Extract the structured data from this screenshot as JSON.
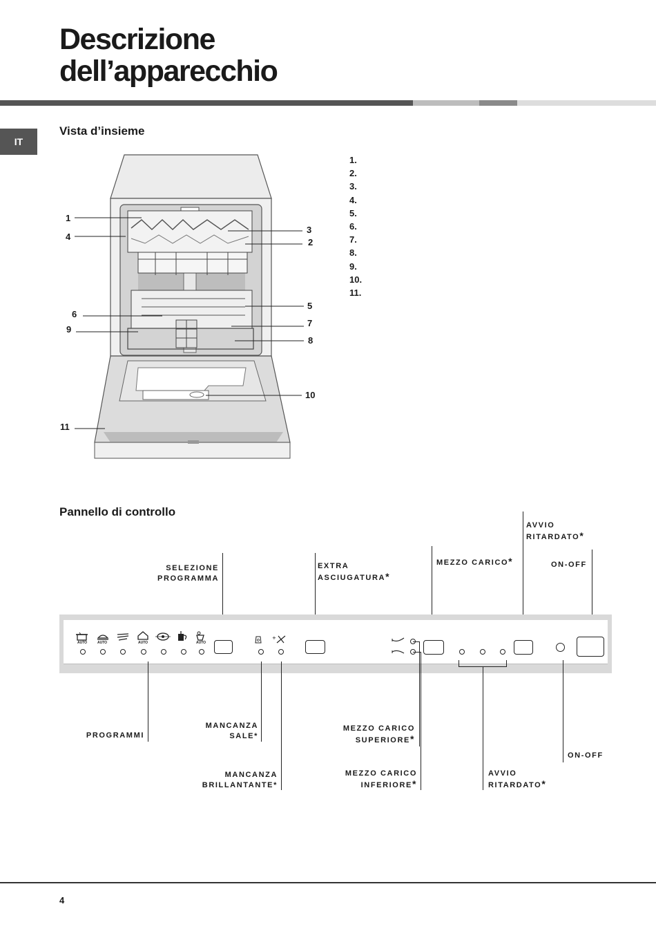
{
  "page": {
    "title_line1": "Descrizione",
    "title_line2": "dell’apparecchio",
    "language_tab": "IT",
    "page_number": "4"
  },
  "overview": {
    "heading": "Vista d’insieme",
    "legend": [
      "1.",
      "2.",
      "3.",
      "4.",
      "5.",
      "6.",
      "7.",
      "8.",
      "9.",
      "10.",
      "11."
    ],
    "diagram_numbers": [
      "1",
      "2",
      "3",
      "4",
      "5",
      "6",
      "7",
      "8",
      "9",
      "10",
      "11"
    ]
  },
  "control_panel": {
    "heading": "Pannello di controllo",
    "labels": {
      "selezione_programma": "SELEZIONE\nPROGRAMMA",
      "extra_asciugatura": "EXTRA\nASCIUGATURA",
      "mezzo_carico": "MEZZO CARICO",
      "avvio_ritardato_top": "AVVIO\nRITARDATO",
      "on_off_top": "ON-OFF",
      "programmi": "PROGRAMMI",
      "mancanza_sale": "MANCANZA\nSALE*",
      "mancanza_brillantante": "MANCANZA\nBRILLANTANTE*",
      "mezzo_carico_superiore": "MEZZO CARICO\nSUPERIORE",
      "mezzo_carico_inferiore": "MEZZO CARICO\nINFERIORE",
      "avvio_ritardato_bottom": "AVVIO\nRITARDATO",
      "on_off_bottom": "ON-OFF",
      "asterisk": "*",
      "auto_tag": "AUTO"
    },
    "program_icons": [
      "pan-icon",
      "casserole-icon",
      "rinse-icon",
      "house-icon",
      "eco-icon",
      "glass-icon",
      "teapot-icon"
    ]
  },
  "colors": {
    "rule_dark": "#555555",
    "rule_light": "#bdbdbd",
    "rule_mid": "#8a8a8a",
    "rule_pale": "#dddddd",
    "panel_frame": "#d9d9d9"
  }
}
